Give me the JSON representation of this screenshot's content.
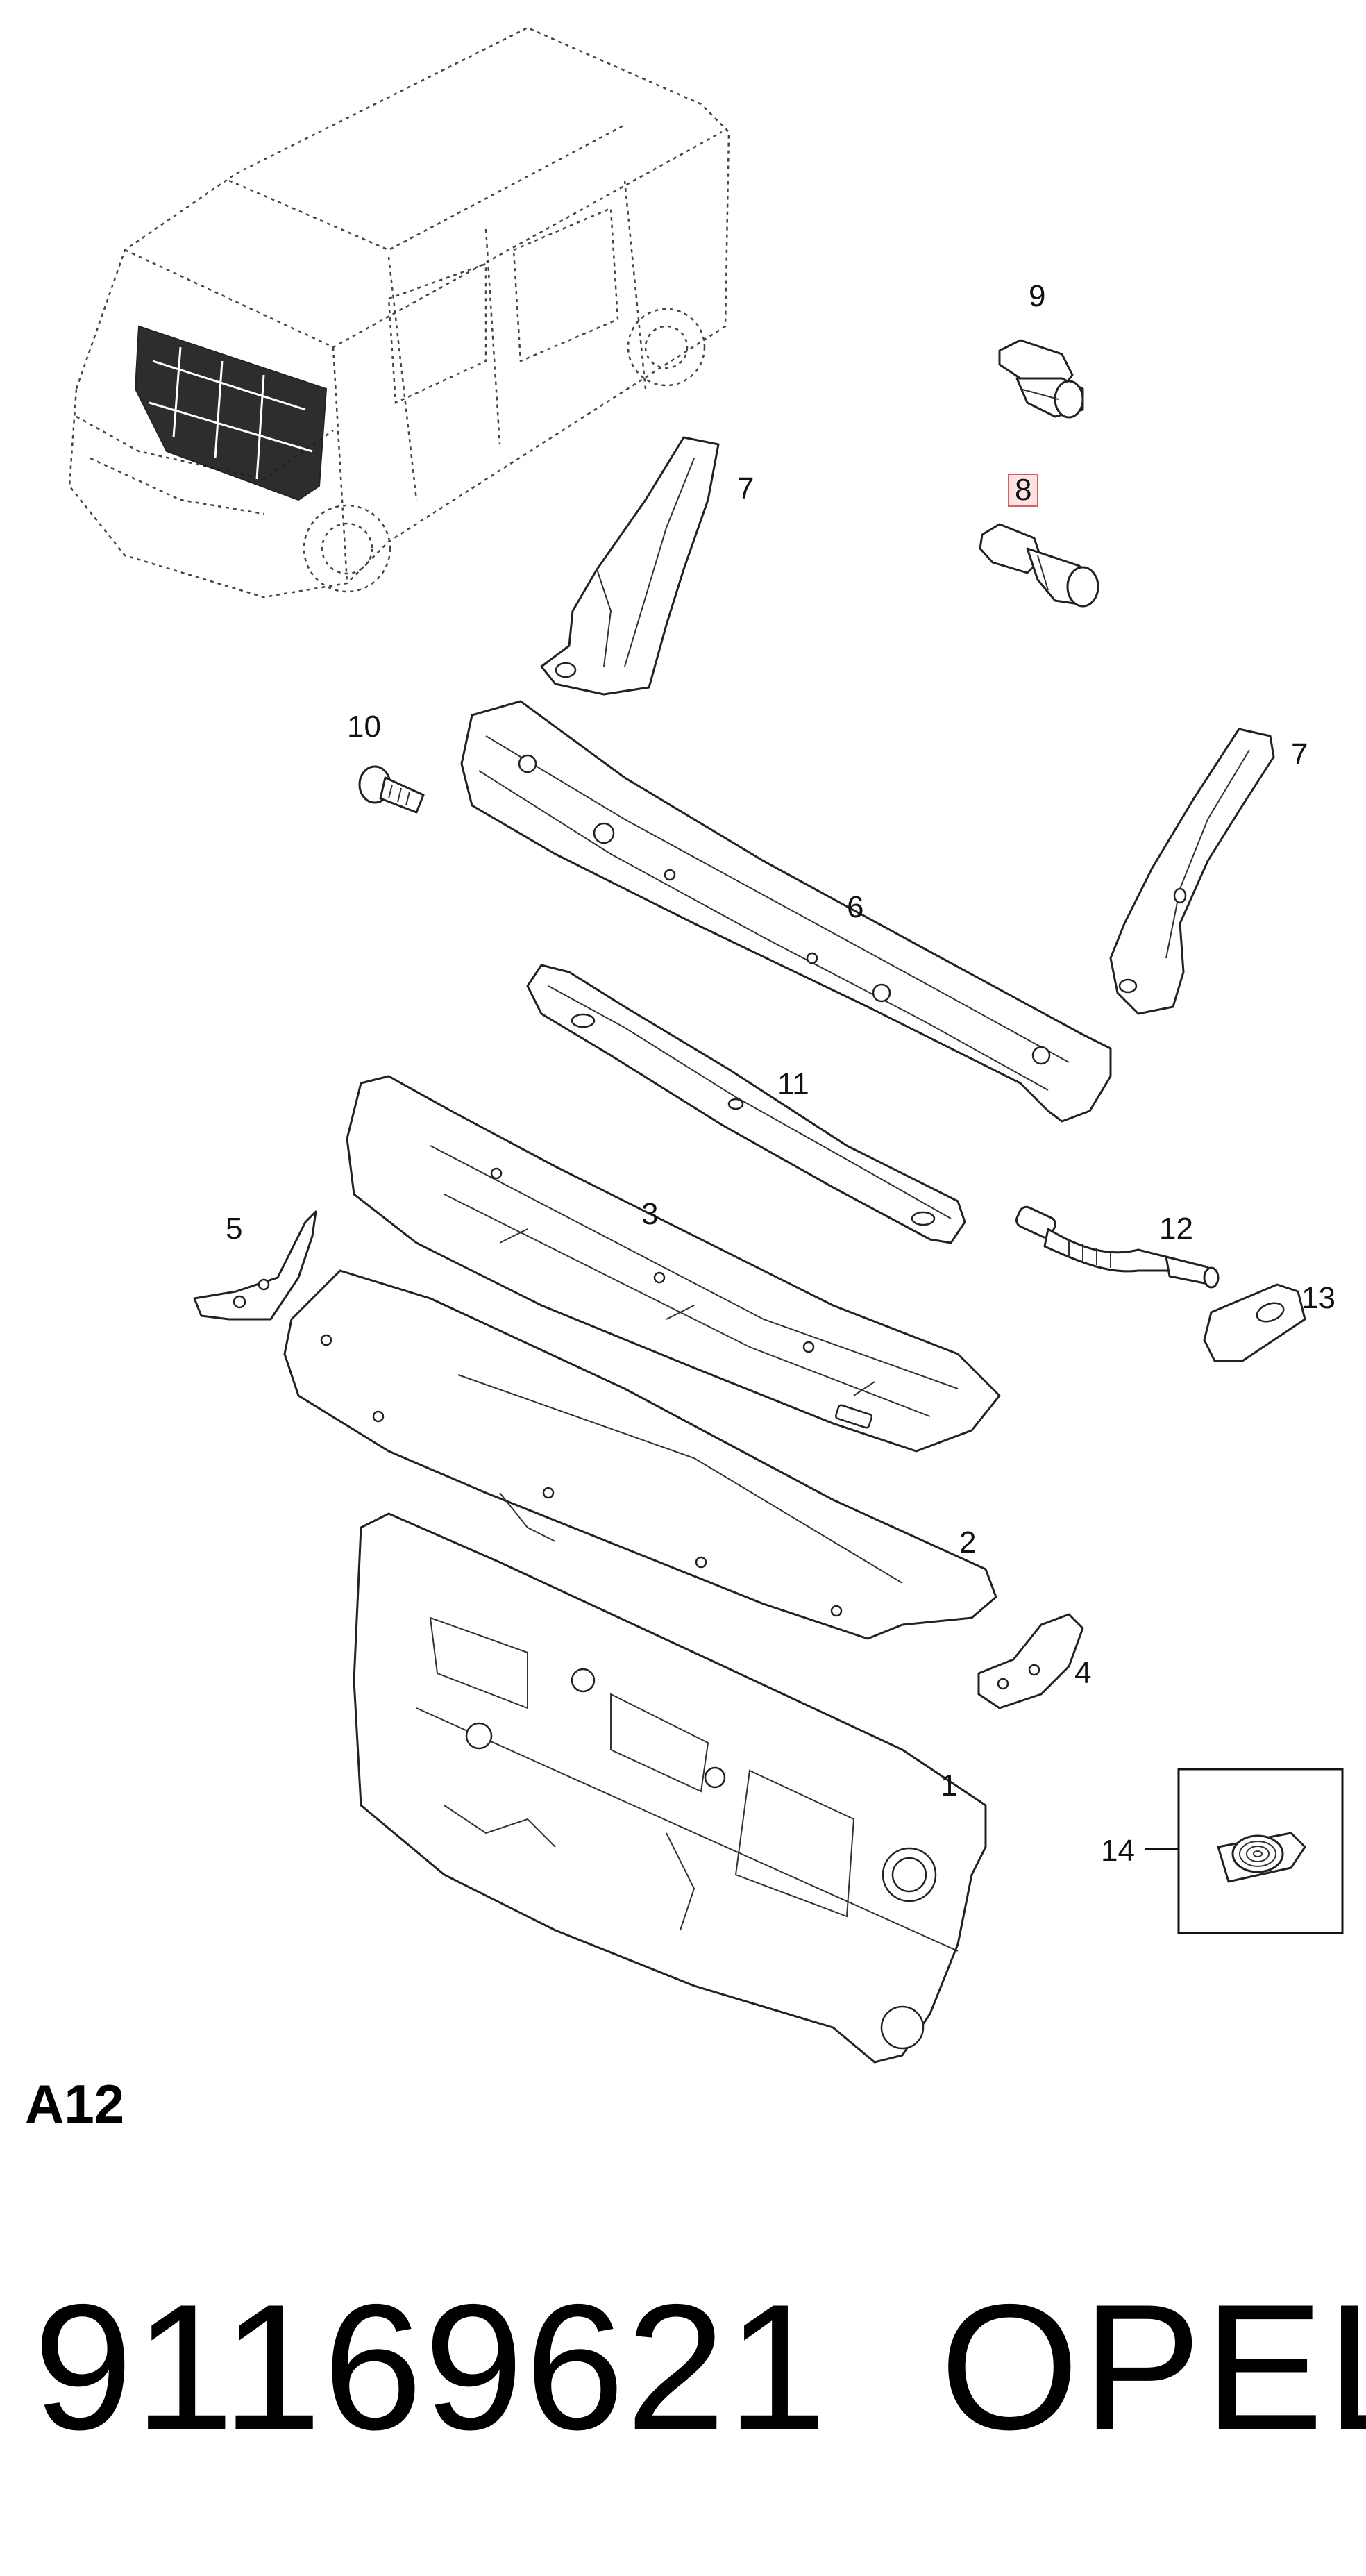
{
  "diagram": {
    "callouts": [
      {
        "id": "9",
        "label": "9"
      },
      {
        "id": "8",
        "label": "8",
        "highlighted": true
      },
      {
        "id": "7a",
        "label": "7"
      },
      {
        "id": "7b",
        "label": "7"
      },
      {
        "id": "10",
        "label": "10"
      },
      {
        "id": "6",
        "label": "6"
      },
      {
        "id": "11",
        "label": "11"
      },
      {
        "id": "3",
        "label": "3"
      },
      {
        "id": "5",
        "label": "5"
      },
      {
        "id": "12",
        "label": "12"
      },
      {
        "id": "13",
        "label": "13"
      },
      {
        "id": "2",
        "label": "2"
      },
      {
        "id": "4",
        "label": "4"
      },
      {
        "id": "1",
        "label": "1"
      },
      {
        "id": "14",
        "label": "14"
      }
    ],
    "section_code": "A12",
    "highlight_color": "#e05a5a"
  },
  "footer": {
    "part_number": "91169621",
    "brand": "OPEL"
  }
}
